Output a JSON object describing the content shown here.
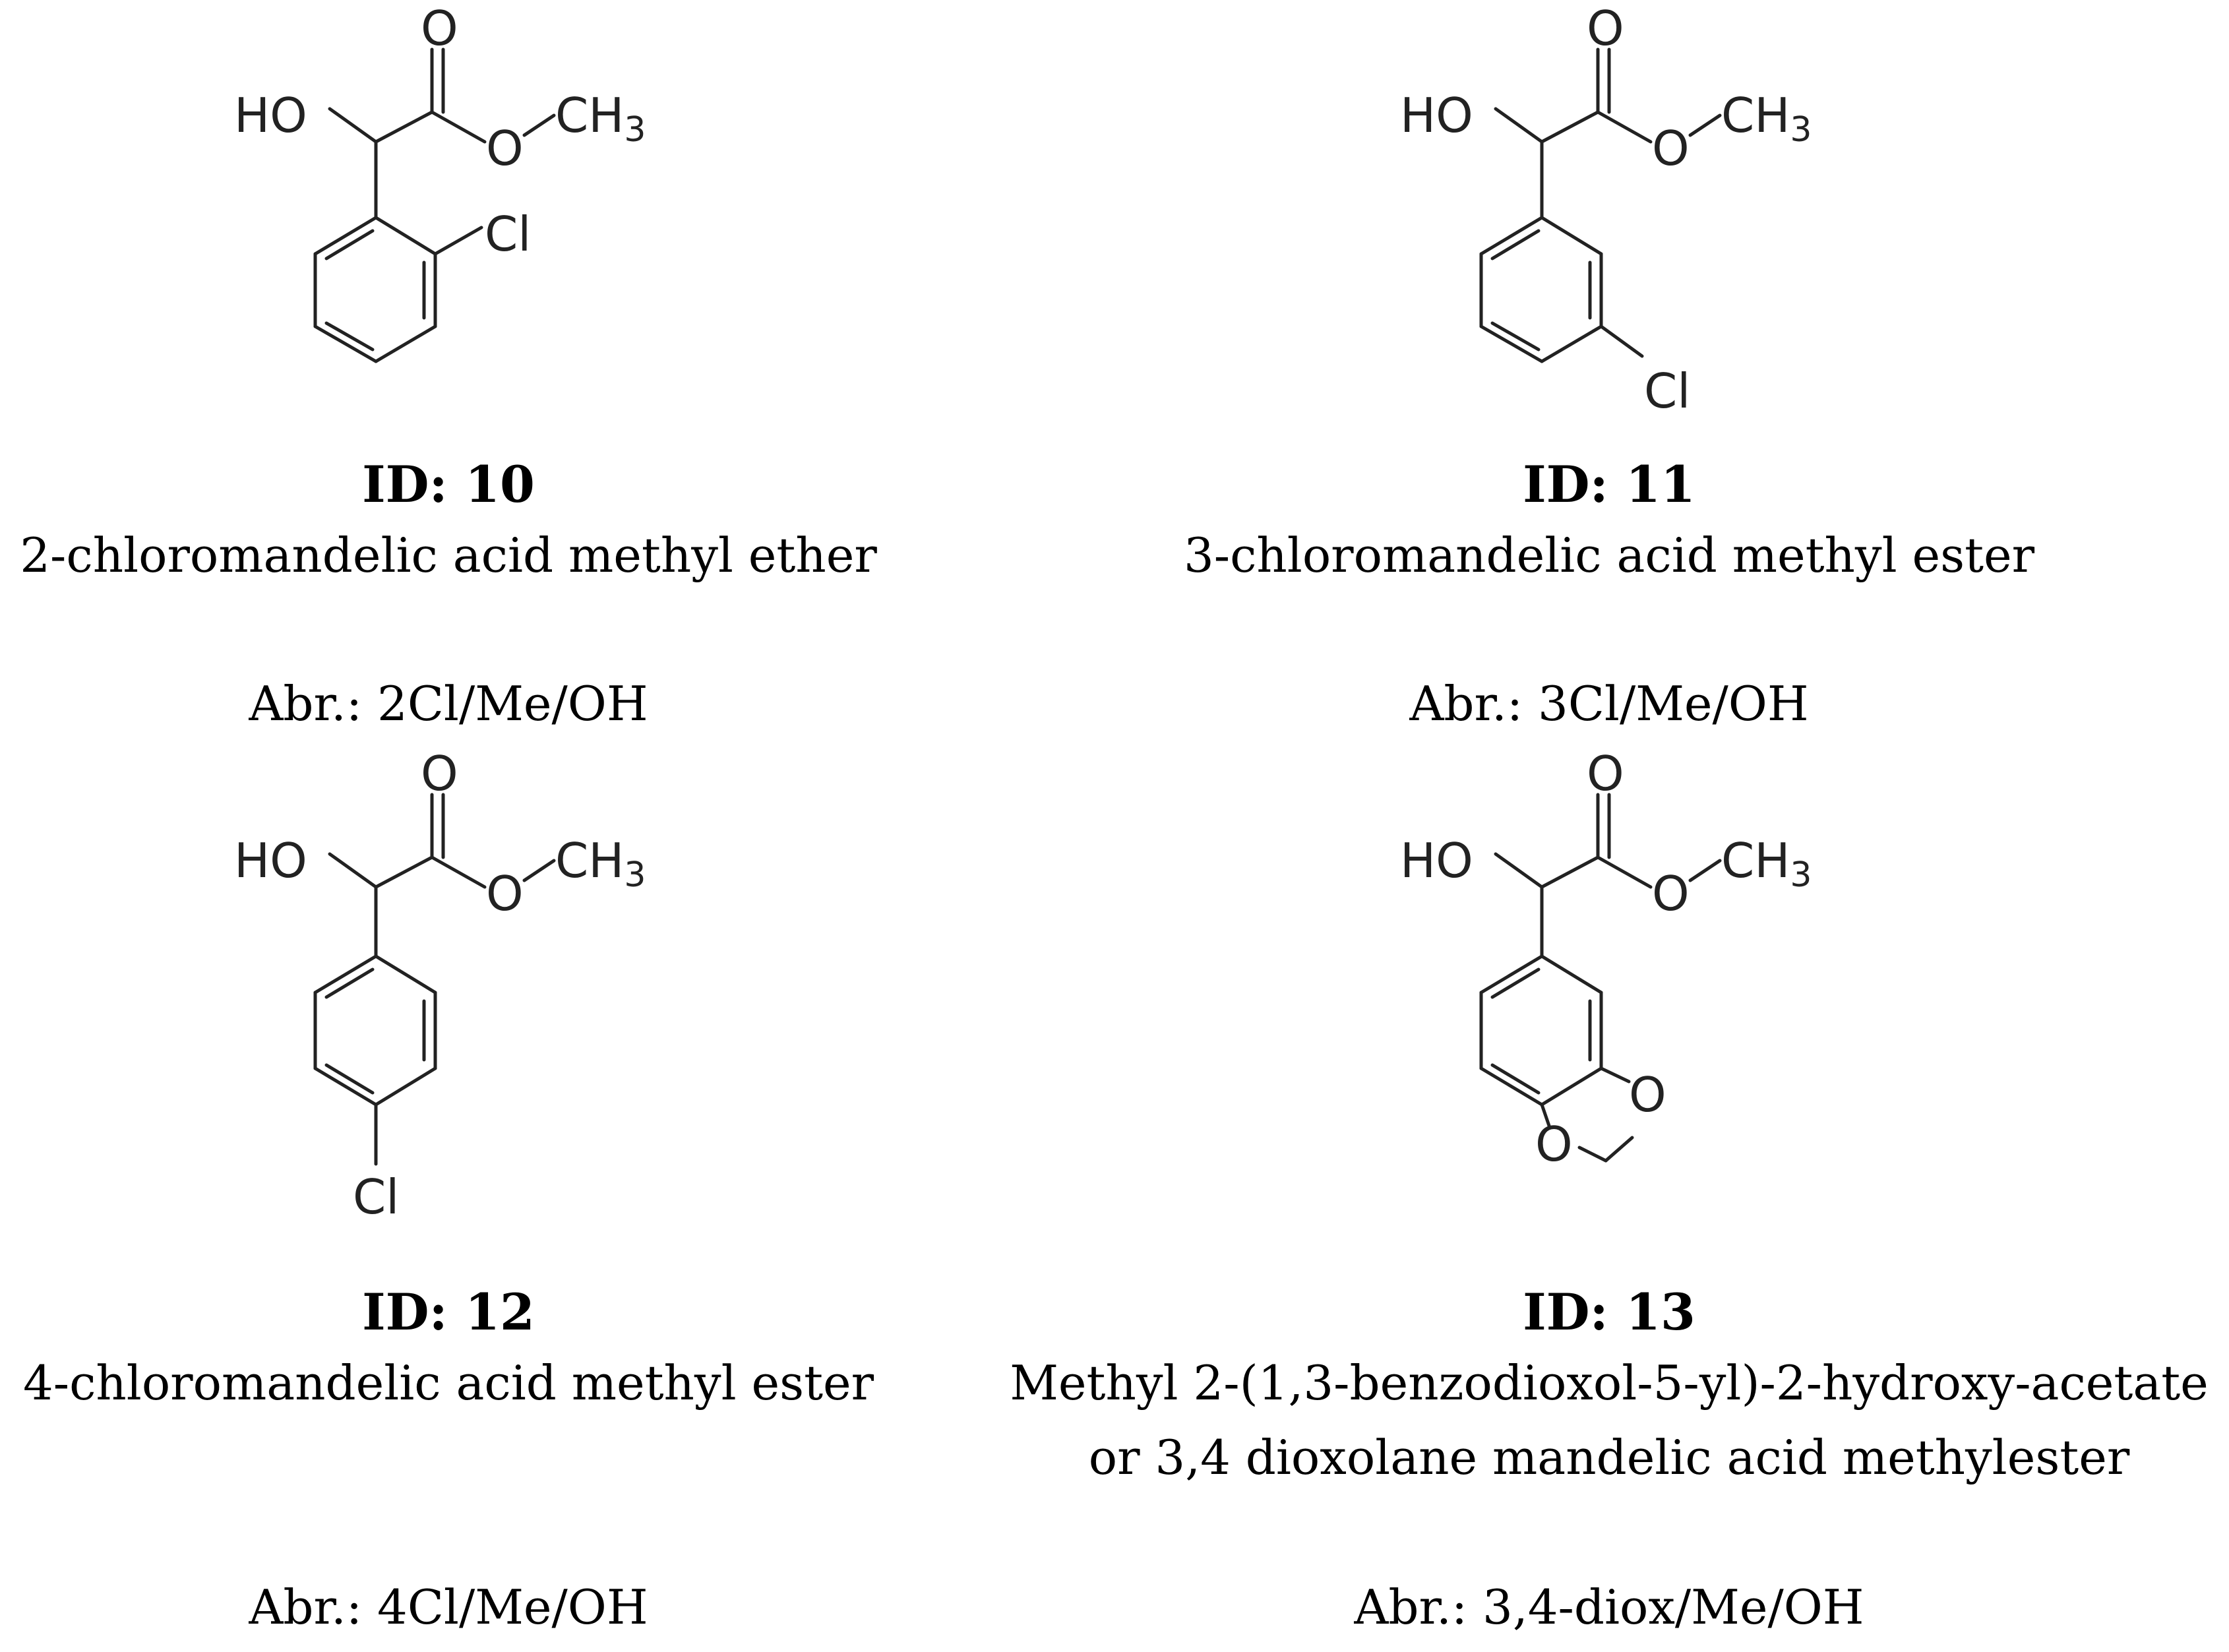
{
  "compounds": [
    {
      "id_label": "ID: 10",
      "name_lines": [
        "2-chloromandelic acid methyl ether"
      ],
      "abbreviation": "Abr.: 2Cl/Me/OH",
      "structure": {
        "atoms": [
          "HO",
          "O",
          "O",
          "CH3",
          "Cl"
        ],
        "substituent": "2-chloro"
      }
    },
    {
      "id_label": "ID: 11",
      "name_lines": [
        "3-chloromandelic acid methyl ester"
      ],
      "abbreviation": "Abr.: 3Cl/Me/OH",
      "structure": {
        "atoms": [
          "HO",
          "O",
          "O",
          "CH3",
          "Cl"
        ],
        "substituent": "3-chloro"
      }
    },
    {
      "id_label": "ID: 12",
      "name_lines": [
        "4-chloromandelic acid methyl ester"
      ],
      "abbreviation": "Abr.: 4Cl/Me/OH",
      "structure": {
        "atoms": [
          "HO",
          "O",
          "O",
          "CH3",
          "Cl"
        ],
        "substituent": "4-chloro"
      }
    },
    {
      "id_label": "ID: 13",
      "name_lines": [
        "Methyl 2-(1,3-benzodioxol-5-yl)-2-hydroxy-acetate",
        "or 3,4 dioxolane mandelic acid methylester"
      ],
      "abbreviation": "Abr.: 3,4-diox/Me/OH",
      "structure": {
        "atoms": [
          "HO",
          "O",
          "O",
          "CH3",
          "O",
          "O"
        ],
        "substituent": "3,4-methylenedioxy"
      }
    }
  ]
}
